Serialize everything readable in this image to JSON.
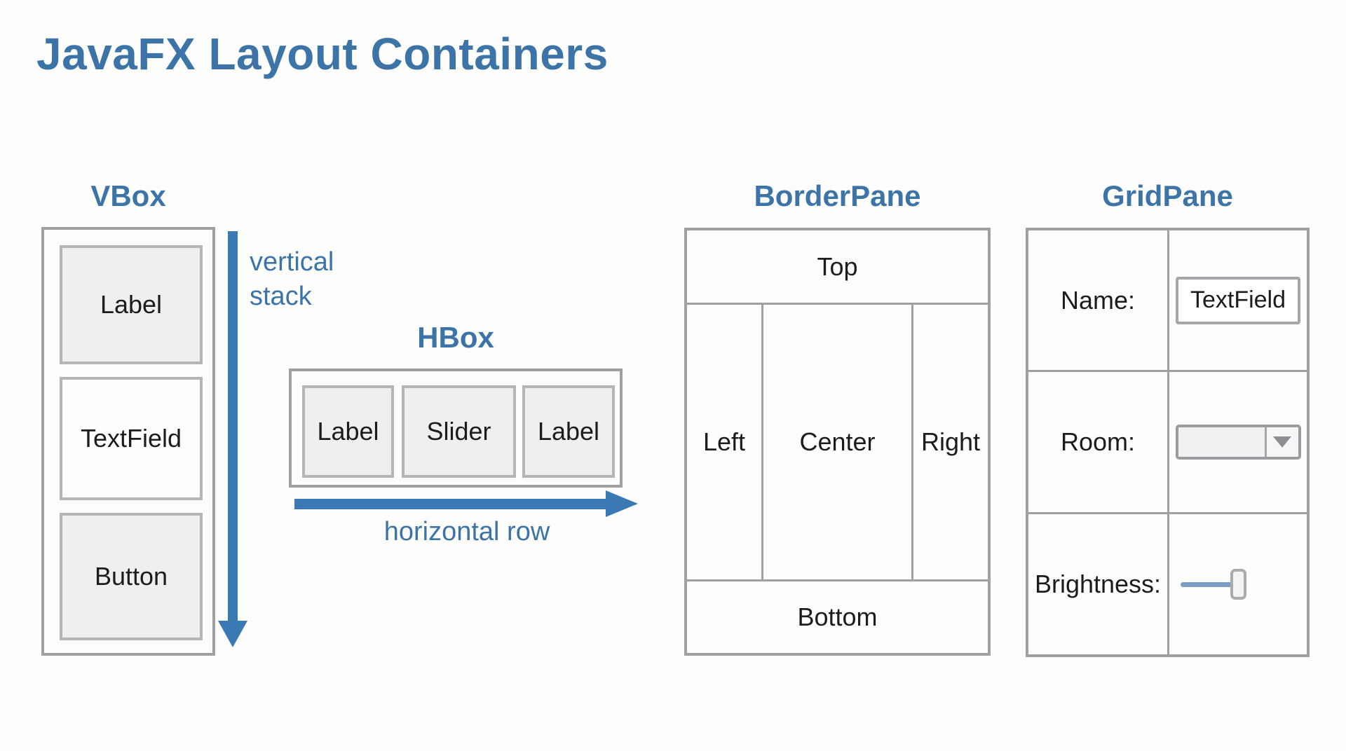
{
  "page": {
    "title": "JavaFX Layout Containers"
  },
  "colors": {
    "accent_text_blue": "#3d74a8",
    "arrow_blue": "#3a79b3",
    "slider_fill_blue": "#7b9cc4",
    "outer_border_gray": "#9fa0a4",
    "node_border_gray": "#b4b5b8",
    "node_fill_gray": "#efefee",
    "background": "#fdfdfc",
    "text_black": "#1c1c1e"
  },
  "vbox": {
    "title": "VBox",
    "children": [
      "Label",
      "TextField",
      "Button"
    ],
    "annotation_line1": "vertical",
    "annotation_line2": "stack"
  },
  "hbox": {
    "title": "HBox",
    "children": [
      "Label",
      "Slider",
      "Label"
    ],
    "annotation": "horizontal row"
  },
  "borderpane": {
    "title": "BorderPane",
    "regions": {
      "top": "Top",
      "left": "Left",
      "center": "Center",
      "right": "Right",
      "bottom": "Bottom"
    }
  },
  "gridpane": {
    "title": "GridPane",
    "row_labels": [
      "Name:",
      "Room:",
      "Brightness:"
    ],
    "textfield_text": "TextField",
    "slider": {
      "fill_pct": 50,
      "thumb_pct": 50
    }
  }
}
